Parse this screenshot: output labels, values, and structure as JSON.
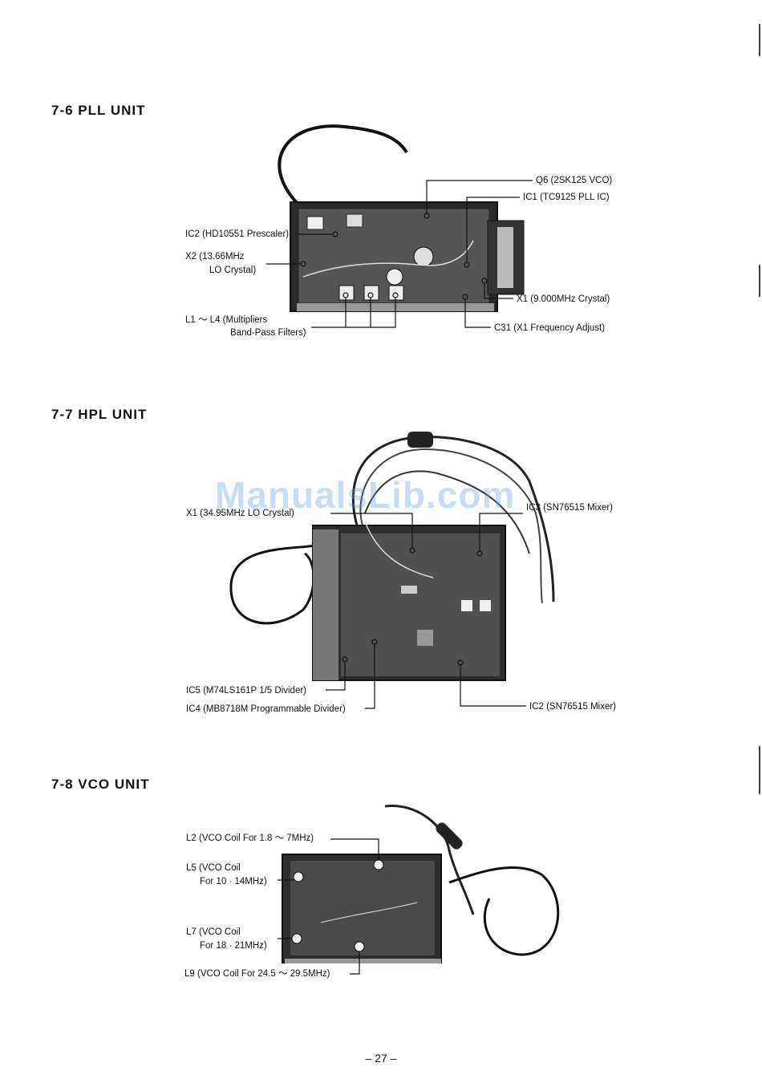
{
  "sections": {
    "pll": {
      "title": "7-6   PLL UNIT",
      "labels": {
        "q6": "Q6 (2SK125 VCO)",
        "ic1": "IC1 (TC9125 PLL IC)",
        "ic2": "IC2 (HD10551 Prescaler)",
        "x2_line1": "X2 (13.66MHz",
        "x2_line2": "LO Crystal)",
        "x1": "X1 (9.000MHz Crystal)",
        "l1_line1": "L1 ～ L4 (Multipliers",
        "l1_line2": "Band-Pass Filters)",
        "c31": "C31 (X1 Frequency Adjust)"
      }
    },
    "hpl": {
      "title": "7-7   HPL UNIT",
      "labels": {
        "x1": "X1 (34.95MHz LO Crystal)",
        "ic3": "IC3 (SN76515 Mixer)",
        "ic5": "IC5 (M74LS161P 1/5 Divider)",
        "ic4": "IC4 (MB8718M Programmable Divider)",
        "ic2": "IC2 (SN76515 Mixer)"
      }
    },
    "vco": {
      "title": "7-8   VCO UNIT",
      "labels": {
        "l2": "L2 (VCO Coil For 1.8 ～ 7MHz)",
        "l5_line1": "L5 (VCO Coil",
        "l5_line2": "For 10 · 14MHz)",
        "l7_line1": "L7 (VCO Coil",
        "l7_line2": "For 18 · 21MHz)",
        "l9": "L9 (VCO Coil For 24.5 ～ 29.5MHz)"
      }
    }
  },
  "watermark": "ManualsLib.com",
  "page_number": "– 27 –"
}
